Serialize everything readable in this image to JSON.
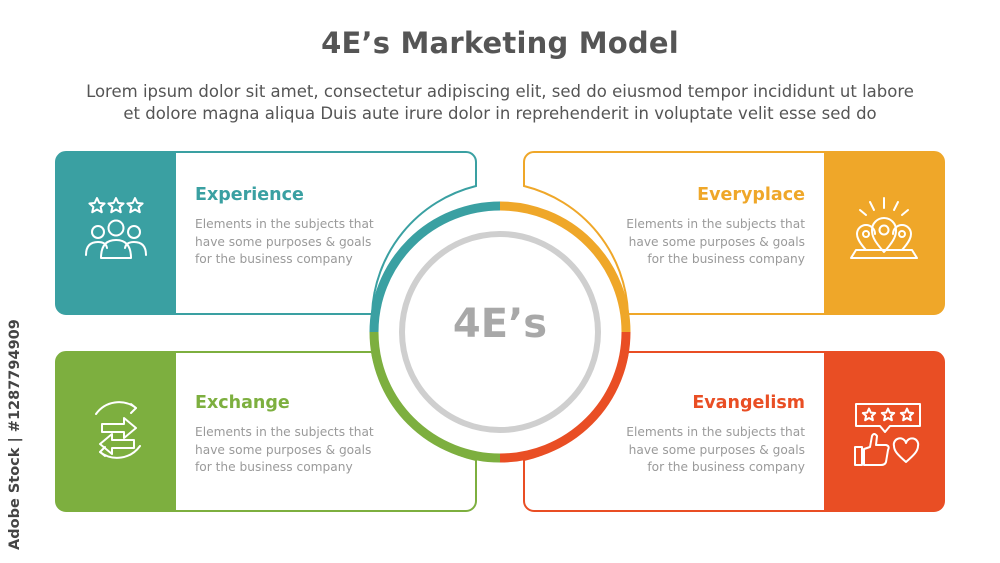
{
  "title": "4E’s Marketing Model",
  "subtitle_lines": [
    "Lorem ipsum dolor sit amet, consectetur adipiscing elit, sed do eiusmod tempor incididunt ut labore",
    "et dolore magna aliqua Duis aute irure dolor in reprehenderit in voluptate velit esse sed do"
  ],
  "center_label": "4E’s",
  "colors": {
    "experience": "#3aa0a2",
    "everyplace": "#efa729",
    "exchange": "#7daf3f",
    "evangelism": "#e94e24",
    "gray": "#cfcfcf"
  },
  "cards": [
    {
      "key": "experience",
      "title": "Experience",
      "icon": "rated-group-icon",
      "lines": [
        "Elements in the subjects that",
        "have  some purposes & goals",
        "for the  business company"
      ]
    },
    {
      "key": "everyplace",
      "title": "Everyplace",
      "icon": "location-pins-icon",
      "lines": [
        "Elements in the subjects that",
        "have  some purposes & goals",
        "for the  business company"
      ]
    },
    {
      "key": "exchange",
      "title": "Exchange",
      "icon": "exchange-arrows-icon",
      "lines": [
        "Elements in the subjects that",
        "have  some purposes & goals",
        "for the  business company"
      ]
    },
    {
      "key": "evangelism",
      "title": "Evangelism",
      "icon": "review-like-heart-icon",
      "lines": [
        "Elements in the subjects that",
        "have  some purposes & goals",
        "for the  business company"
      ]
    }
  ],
  "watermark": "Adobe Stock | #1287794909"
}
